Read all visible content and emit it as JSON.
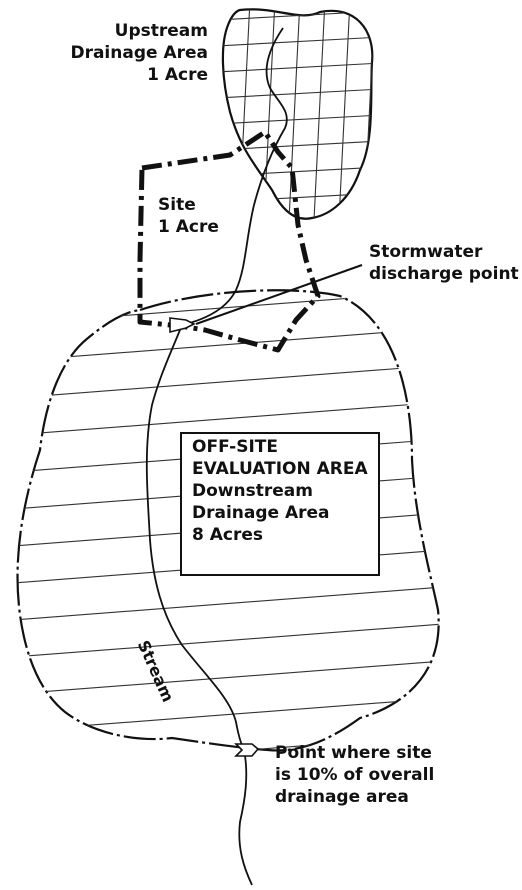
{
  "upstream_label": [
    "Upstream",
    "Drainage Area",
    "1 Acre"
  ],
  "site_label": [
    "Site",
    "1 Acre"
  ],
  "discharge_label": [
    "Stormwater",
    "discharge point"
  ],
  "evaluation_label": [
    "OFF-SITE",
    "EVALUATION AREA",
    "Downstream",
    "Drainage Area",
    "8 Acres"
  ],
  "stream_label": "Stream",
  "point_label": [
    "Point where site",
    "is 10% of overall",
    "drainage area"
  ]
}
